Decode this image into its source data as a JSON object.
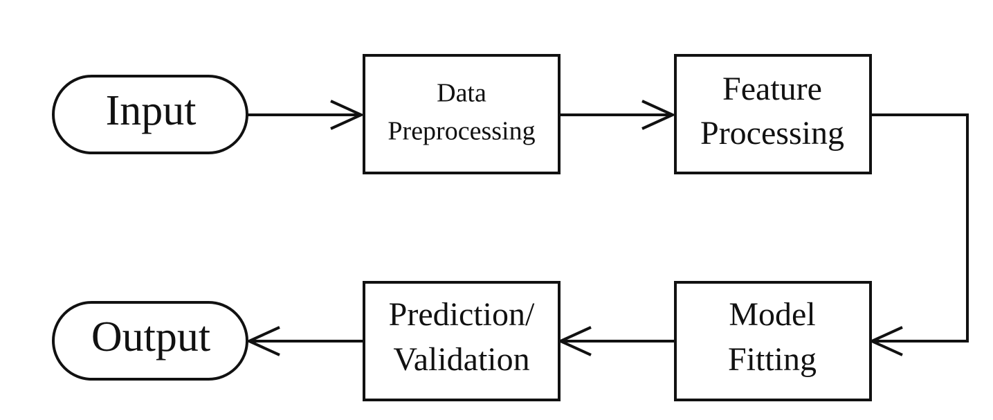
{
  "diagram": {
    "nodes": {
      "input": {
        "label": "Input"
      },
      "data_preprocessing": {
        "line1": "Data",
        "line2": "Preprocessing"
      },
      "feature_processing": {
        "line1": "Feature",
        "line2": "Processing"
      },
      "model_fitting": {
        "line1": "Model",
        "line2": "Fitting"
      },
      "prediction_validation": {
        "line1": "Prediction/",
        "line2": "Validation"
      },
      "output": {
        "label": "Output"
      }
    },
    "edges": [
      {
        "from": "Input",
        "to": "Data Preprocessing"
      },
      {
        "from": "Data Preprocessing",
        "to": "Feature Processing"
      },
      {
        "from": "Feature Processing",
        "to": "Model Fitting"
      },
      {
        "from": "Model Fitting",
        "to": "Prediction/Validation"
      },
      {
        "from": "Prediction/Validation",
        "to": "Output"
      }
    ]
  }
}
